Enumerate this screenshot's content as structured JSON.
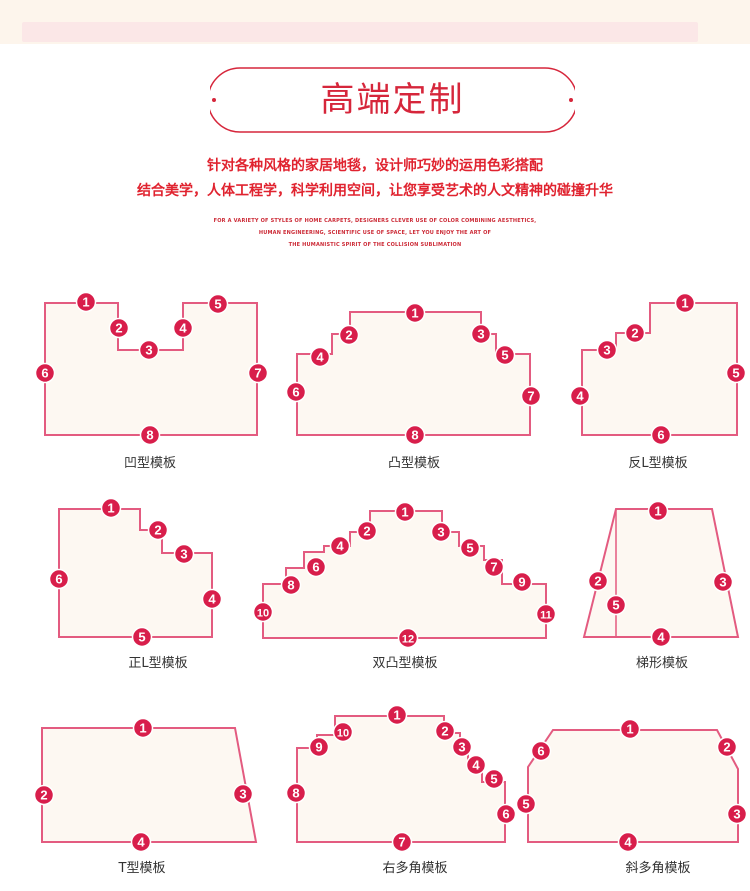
{
  "header": {
    "title": "高端定制",
    "line1": "针对各种风格的家居地毯，设计师巧妙的运用色彩搭配",
    "line2": "结合美学，人体工程学，科学利用空间，让您享受艺术的人文精神的碰撞升华",
    "en1": "FOR A VARIETY OF STYLES OF HOME CARPETS, DESIGNERS CLEVER USE OF COLOR COMBINING AESTHETICS,",
    "en2": "HUMAN ENGINEERING, SCIENTIFIC USE OF SPACE, LET YOU ENJOY THE ART OF",
    "en3": "THE HUMANISTIC SPIRIT OF THE COLLISION SUBLIMATION"
  },
  "colors": {
    "accent": "#e0232f",
    "outline": "#e35b80",
    "fill": "#fdf8f2",
    "badge": "#d81e4b"
  },
  "templates": [
    {
      "id": "ao",
      "caption": "凹型模板",
      "labels": [
        "1",
        "2",
        "3",
        "4",
        "5",
        "6",
        "7",
        "8"
      ]
    },
    {
      "id": "tu",
      "caption": "凸型模板",
      "labels": [
        "1",
        "2",
        "3",
        "4",
        "5",
        "6",
        "7",
        "8"
      ]
    },
    {
      "id": "fan-l",
      "caption": "反L型模板",
      "labels": [
        "1",
        "2",
        "3",
        "4",
        "5",
        "6"
      ]
    },
    {
      "id": "zheng-l",
      "caption": "正L型模板",
      "labels": [
        "1",
        "2",
        "3",
        "4",
        "5",
        "6"
      ]
    },
    {
      "id": "shuang-tu",
      "caption": "双凸型模板",
      "labels": [
        "1",
        "2",
        "3",
        "4",
        "5",
        "6",
        "7",
        "8",
        "9",
        "10",
        "11",
        "12"
      ]
    },
    {
      "id": "ti",
      "caption": "梯形模板",
      "labels": [
        "1",
        "2",
        "3",
        "4",
        "5"
      ]
    },
    {
      "id": "t",
      "caption": "T型模板",
      "labels": [
        "1",
        "2",
        "3",
        "4"
      ]
    },
    {
      "id": "you-duo-jiao",
      "caption": "右多角模板",
      "labels": [
        "1",
        "2",
        "3",
        "4",
        "5",
        "6",
        "7",
        "8",
        "9",
        "10"
      ]
    },
    {
      "id": "xie-duo-jiao",
      "caption": "斜多角模板",
      "labels": [
        "1",
        "2",
        "3",
        "4",
        "5",
        "6"
      ]
    }
  ]
}
